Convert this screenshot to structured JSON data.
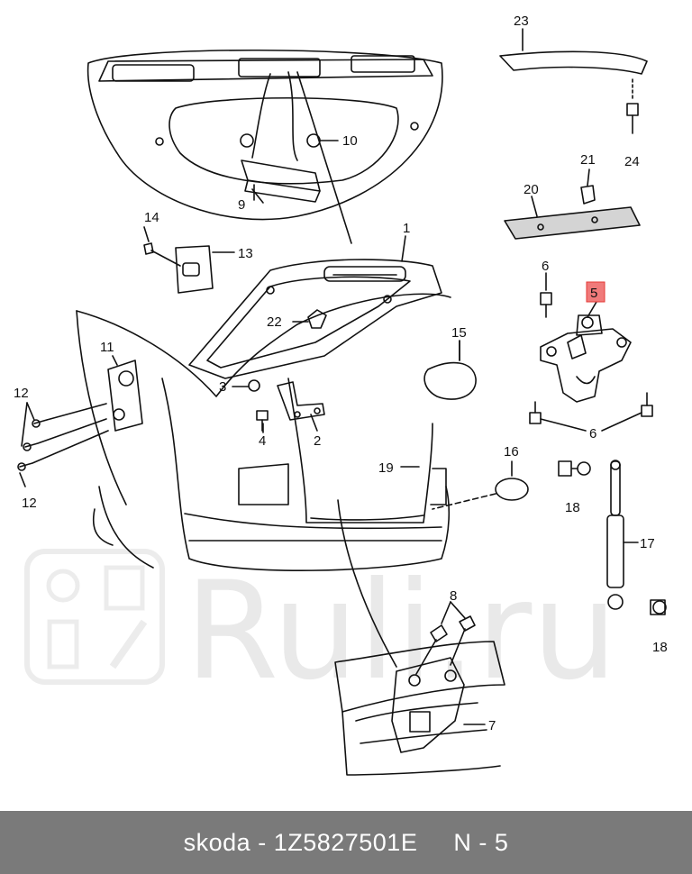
{
  "watermark": {
    "text": "Ruli.ru"
  },
  "callouts": {
    "c1": "1",
    "c2": "2",
    "c3": "3",
    "c4": "4",
    "c5": "5",
    "c6a": "6",
    "c6b": "6",
    "c7": "7",
    "c8": "8",
    "c9": "9",
    "c10": "10",
    "c11": "11",
    "c12a": "12",
    "c12b": "12",
    "c13": "13",
    "c14": "14",
    "c15": "15",
    "c16": "16",
    "c17": "17",
    "c18a": "18",
    "c18b": "18",
    "c19": "19",
    "c20": "20",
    "c21": "21",
    "c22": "22",
    "c23": "23",
    "c24": "24"
  },
  "highlight": {
    "part": "5",
    "color": "#e53935"
  },
  "footer": {
    "brand": "skoda",
    "sep1": "-",
    "part_number": "1Z5827501E",
    "ref": "N - 5"
  }
}
